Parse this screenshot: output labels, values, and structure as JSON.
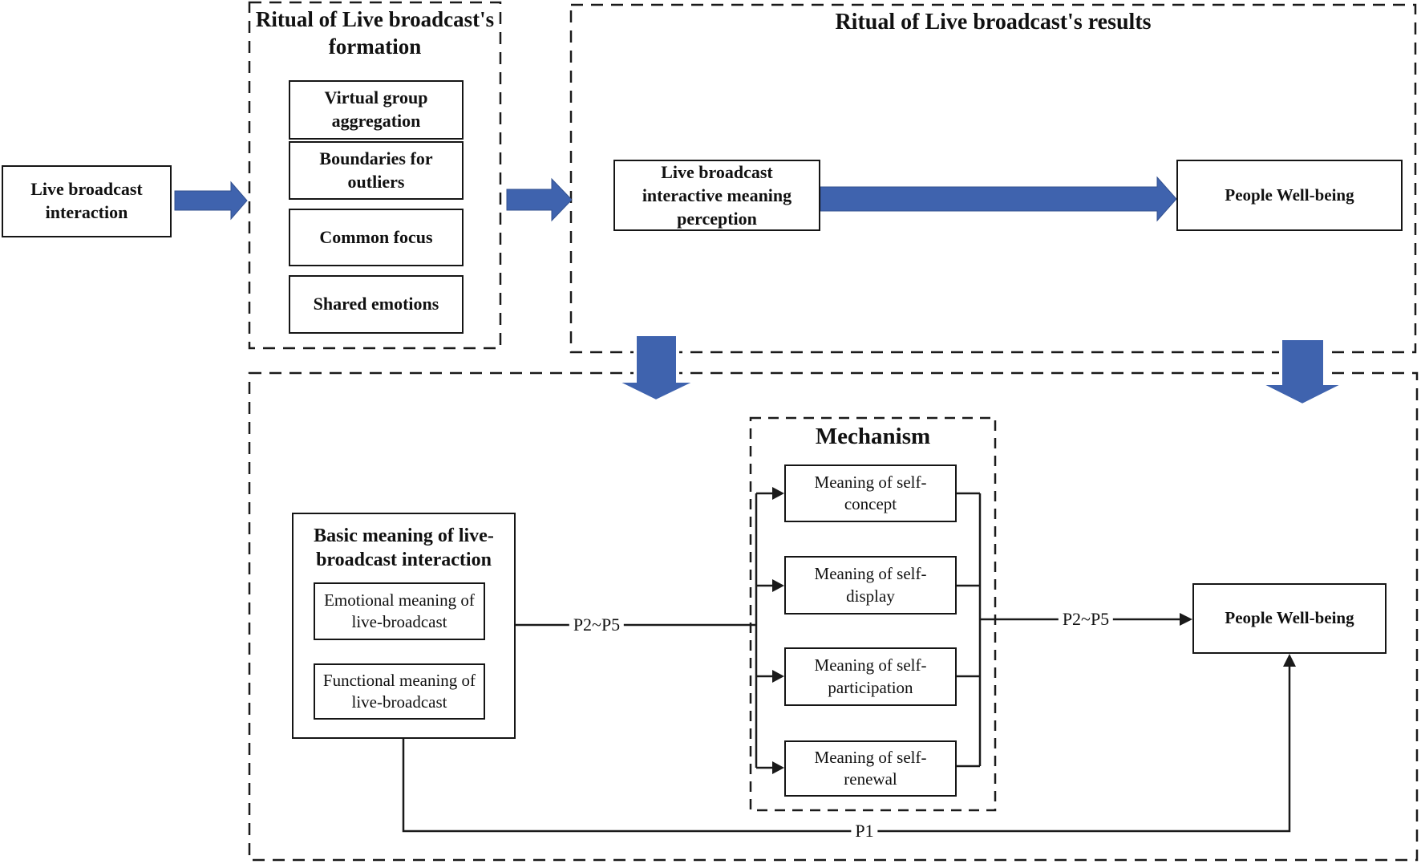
{
  "diagram": {
    "top": {
      "live_interaction": "Live broadcast interaction",
      "formation_group_title": "Ritual of Live broadcast's formation",
      "formation_items": {
        "virtual_group": "Virtual group aggregation",
        "boundaries": "Boundaries for outliers",
        "common_focus": "Common focus",
        "shared_emotions": "Shared emotions"
      },
      "results_group_title": "Ritual of Live broadcast's results",
      "interactive_meaning": "Live broadcast interactive meaning perception",
      "people_wellbeing": "People Well-being"
    },
    "bottom": {
      "basic_meaning_title": "Basic meaning of live-broadcast interaction",
      "basic_meaning_items": {
        "emotional": "Emotional meaning of live-broadcast",
        "functional": "Functional meaning of live-broadcast"
      },
      "mechanism_title": "Mechanism",
      "mechanism_items": {
        "self_concept": "Meaning of self-concept",
        "self_display": "Meaning of self-display",
        "self_participation": "Meaning of self-participation",
        "self_renewal": "Meaning of self- renewal"
      },
      "people_wellbeing": "People Well-being"
    },
    "edge_labels": {
      "p2p5_left": "P2~P5",
      "p2p5_right": "P2~P5",
      "p1": "P1"
    },
    "colors": {
      "arrow_blue": "#3F63AE",
      "line_black": "#1a1a1a"
    }
  }
}
